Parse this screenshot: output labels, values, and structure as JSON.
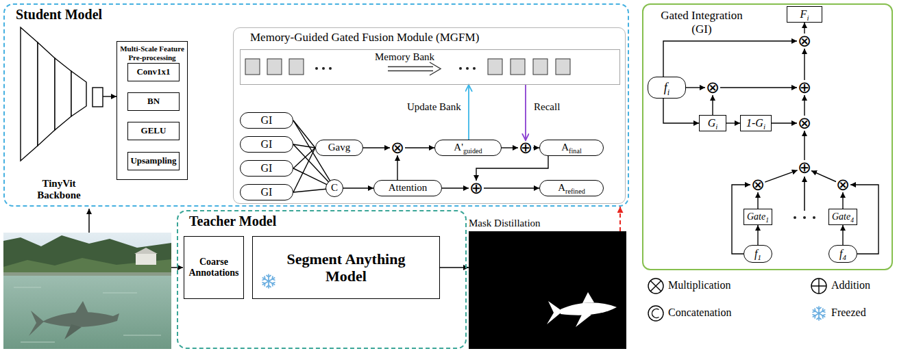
{
  "diagram": {
    "nodes": [
      {
        "text": [
          "Student Model"
        ]
      },
      {
        "text": [
          "TinyVit Backbone"
        ],
        "in": 0
      },
      {
        "text": [
          "Multi-Scale Feature Pre-processing"
        ],
        "in": 0
      },
      {
        "text": [
          "Conv1x1"
        ],
        "in": 2
      },
      {
        "text": [
          "BN"
        ],
        "in": 2
      },
      {
        "text": [
          "GELU"
        ],
        "in": 2
      },
      {
        "text": [
          "Upsampling"
        ],
        "in": 2
      },
      {
        "text": [
          "Memory-Guided Gated Fusion Module (MGFM)"
        ],
        "in": 0
      },
      {
        "text": [
          "Memory Bank"
        ],
        "in": 7
      },
      {
        "text": [
          "GI"
        ],
        "in": 7
      },
      {
        "text": [
          "GI"
        ],
        "in": 7
      },
      {
        "text": [
          "GI"
        ],
        "in": 7
      },
      {
        "text": [
          "GI"
        ],
        "in": 7
      },
      {
        "text": [
          "Gavg"
        ],
        "in": 7
      },
      {
        "text": [
          "C"
        ],
        "in": 7
      },
      {
        "text": [
          "⊗"
        ],
        "in": 7
      },
      {
        "text": [
          "Attention"
        ],
        "in": 7
      },
      {
        "text": [
          "A'guided"
        ],
        "in": 7
      },
      {
        "text": [
          "⊕"
        ],
        "in": 7
      },
      {
        "text": [
          "Afinal"
        ],
        "in": 7
      },
      {
        "text": [
          "⊕"
        ],
        "in": 7
      },
      {
        "text": [
          "Arefined"
        ],
        "in": 7
      },
      {
        "text": [
          "Teacher Model"
        ]
      },
      {
        "text": [
          "Coarse Annotations"
        ],
        "in": 22
      },
      {
        "text": [
          "Segment Anything Model"
        ],
        "in": 22
      },
      {
        "text": [
          "Mask Distillation"
        ]
      },
      {
        "text": [
          "Gated Integration (GI)"
        ]
      },
      {
        "text": [
          "Fi"
        ],
        "in": 26
      },
      {
        "text": [
          "⊗"
        ],
        "in": 26
      },
      {
        "text": [
          "fi"
        ],
        "in": 26
      },
      {
        "text": [
          "⊗"
        ],
        "in": 26
      },
      {
        "text": [
          "⊕"
        ],
        "in": 26
      },
      {
        "text": [
          "Gi"
        ],
        "in": 26
      },
      {
        "text": [
          "1-Gi"
        ],
        "in": 26
      },
      {
        "text": [
          "⊗"
        ],
        "in": 26
      },
      {
        "text": [
          "⊕"
        ],
        "in": 26
      },
      {
        "text": [
          "⊗"
        ],
        "in": 26
      },
      {
        "text": [
          "⊗"
        ],
        "in": 26
      },
      {
        "text": [
          "Gate1"
        ],
        "in": 26
      },
      {
        "text": [
          "Gate4"
        ],
        "in": 26
      },
      {
        "text": [
          "f1"
        ],
        "in": 26
      },
      {
        "text": [
          "f4"
        ],
        "in": 26
      }
    ],
    "edges": [
      {
        "from": 1,
        "to": 2,
        "arrow": "to"
      },
      {
        "from": 9,
        "to": 13,
        "arrow": "none"
      },
      {
        "from": 10,
        "to": 13,
        "arrow": "none"
      },
      {
        "from": 11,
        "to": 13,
        "arrow": "none"
      },
      {
        "from": 12,
        "to": 13,
        "arrow": "none"
      },
      {
        "from": 9,
        "to": 14,
        "arrow": "none"
      },
      {
        "from": 10,
        "to": 14,
        "arrow": "none"
      },
      {
        "from": 11,
        "to": 14,
        "arrow": "none"
      },
      {
        "from": 12,
        "to": 14,
        "arrow": "none"
      },
      {
        "from": 13,
        "to": 15,
        "arrow": "to"
      },
      {
        "from": 14,
        "to": 16,
        "arrow": "to"
      },
      {
        "from": 16,
        "to": 15,
        "arrow": "to"
      },
      {
        "from": 15,
        "to": 17,
        "arrow": "to"
      },
      {
        "from": 17,
        "to": 8,
        "label": "Update Bank",
        "arrow": "to"
      },
      {
        "from": 8,
        "to": 18,
        "label": "Recall",
        "arrow": "to"
      },
      {
        "from": 17,
        "to": 18,
        "arrow": "to"
      },
      {
        "from": 18,
        "to": 19,
        "arrow": "to"
      },
      {
        "from": 16,
        "to": 20,
        "arrow": "to"
      },
      {
        "from": 19,
        "to": 20,
        "arrow": "to"
      },
      {
        "from": 20,
        "to": 21,
        "arrow": "to"
      },
      {
        "from": 24,
        "to": 25,
        "arrow": "to"
      },
      {
        "from": 25,
        "to": 0,
        "arrow": "to"
      },
      {
        "from": 28,
        "to": 27,
        "arrow": "to"
      },
      {
        "from": 29,
        "to": 28,
        "arrow": "to"
      },
      {
        "from": 29,
        "to": 30,
        "arrow": "to"
      },
      {
        "from": 30,
        "to": 31,
        "arrow": "to"
      },
      {
        "from": 31,
        "to": 28,
        "arrow": "to"
      },
      {
        "from": 29,
        "to": 32,
        "arrow": "to"
      },
      {
        "from": 32,
        "to": 30,
        "arrow": "to"
      },
      {
        "from": 32,
        "to": 33,
        "arrow": "to"
      },
      {
        "from": 33,
        "to": 34,
        "arrow": "to"
      },
      {
        "from": 34,
        "to": 31,
        "arrow": "to"
      },
      {
        "from": 35,
        "to": 34,
        "arrow": "to"
      },
      {
        "from": 36,
        "to": 35,
        "arrow": "to"
      },
      {
        "from": 37,
        "to": 35,
        "arrow": "to"
      },
      {
        "from": 38,
        "to": 36,
        "arrow": "to"
      },
      {
        "from": 39,
        "to": 37,
        "arrow": "to"
      },
      {
        "from": 40,
        "to": 38,
        "arrow": "to"
      },
      {
        "from": 41,
        "to": 39,
        "arrow": "to"
      },
      {
        "from": 40,
        "to": 36,
        "arrow": "to"
      },
      {
        "from": 41,
        "to": 37,
        "arrow": "to"
      }
    ],
    "legend": [
      {
        "text": "Multiplication"
      },
      {
        "text": "Addition"
      },
      {
        "text": "Concatenation"
      },
      {
        "text": "Freezed"
      }
    ]
  }
}
